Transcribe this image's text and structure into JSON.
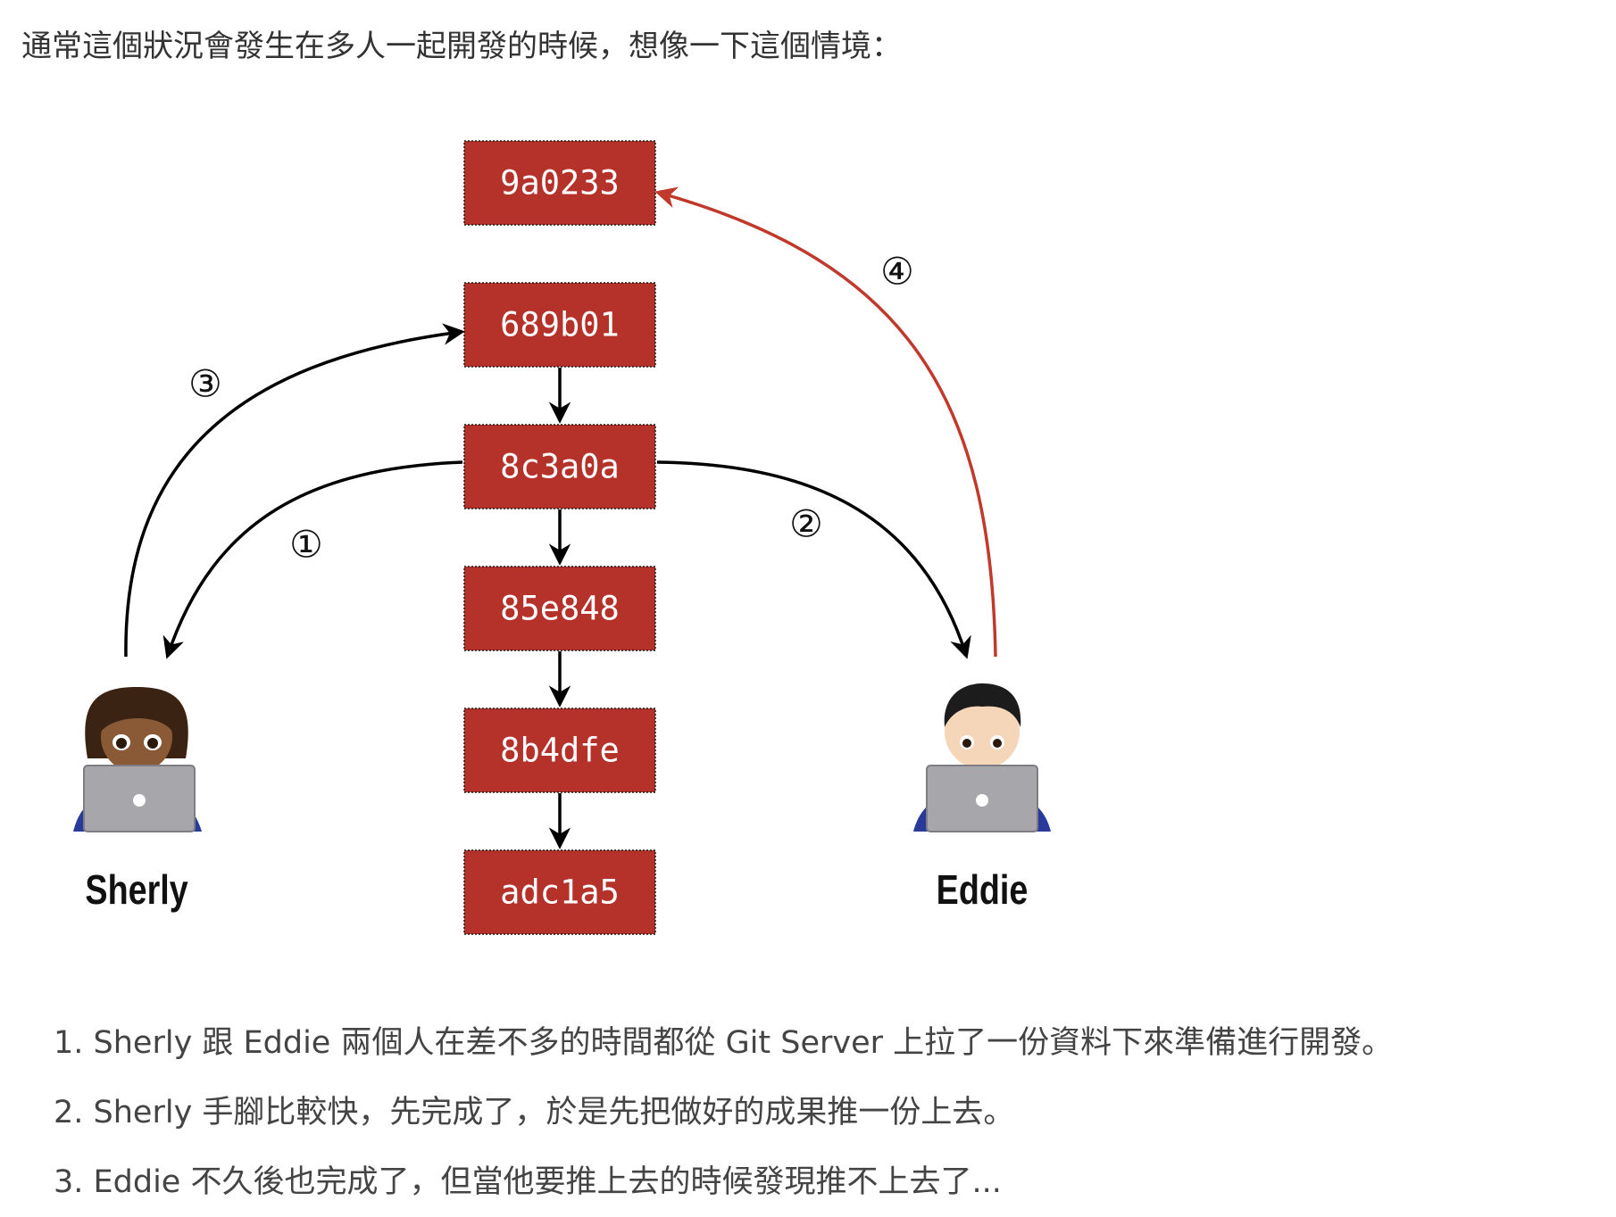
{
  "intro_text": "通常這個狀況會發生在多人一起開發的時候，想像一下這個情境：",
  "commits": [
    "9a0233",
    "689b01",
    "8c3a0a",
    "85e848",
    "8b4dfe",
    "adc1a5"
  ],
  "step_labels": [
    "①",
    "②",
    "③",
    "④"
  ],
  "people": [
    {
      "name": "Sherly",
      "icon": "woman-technologist-icon"
    },
    {
      "name": "Eddie",
      "icon": "man-technologist-icon"
    }
  ],
  "colors": {
    "commit_fill": "#b5322a",
    "arrow_black": "#000000",
    "arrow_red": "#c0392b",
    "laptop": "#a7a7ab"
  },
  "steps": [
    "1. Sherly 跟 Eddie 兩個人在差不多的時間都從 Git Server 上拉了一份資料下來準備進行開發。",
    "2. Sherly 手腳比較快，先完成了，於是先把做好的成果推一份上去。",
    "3. Eddie 不久後也完成了，但當他要推上去的時候發現推不上去了..."
  ]
}
